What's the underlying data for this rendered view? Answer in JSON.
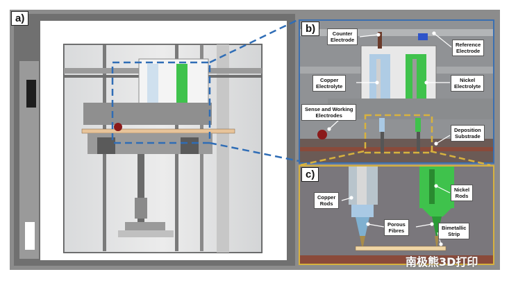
{
  "panels": {
    "a": {
      "tag": "a)"
    },
    "b": {
      "tag": "b)"
    },
    "c": {
      "tag": "c)"
    }
  },
  "labels_b": {
    "counter_electrode": "Counter\nElectrode",
    "reference_electrode": "Reference\nElectrode",
    "copper_electrolyte": "Copper\nElectrolyte",
    "nickel_electrolyte": "Nickel\nElectrolyte",
    "sense_working": "Sense and Working\nElectrodes",
    "deposition_substrate": "Deposition\nSubstrade"
  },
  "labels_c": {
    "copper_rods": "Copper\nRods",
    "nickel_rods": "Nickel\nRods",
    "porous_fibres": "Porous\nFibres",
    "bimetallic_strip": "Bimetallic\nStrip"
  },
  "watermark": "南极熊3D打印",
  "colors": {
    "zoom_line_blue": "#2f6db6",
    "zoom_line_gold": "#d8b23e",
    "copper_electrolyte": "#a9c9e4",
    "nickel_electrolyte": "#3fc24c"
  }
}
